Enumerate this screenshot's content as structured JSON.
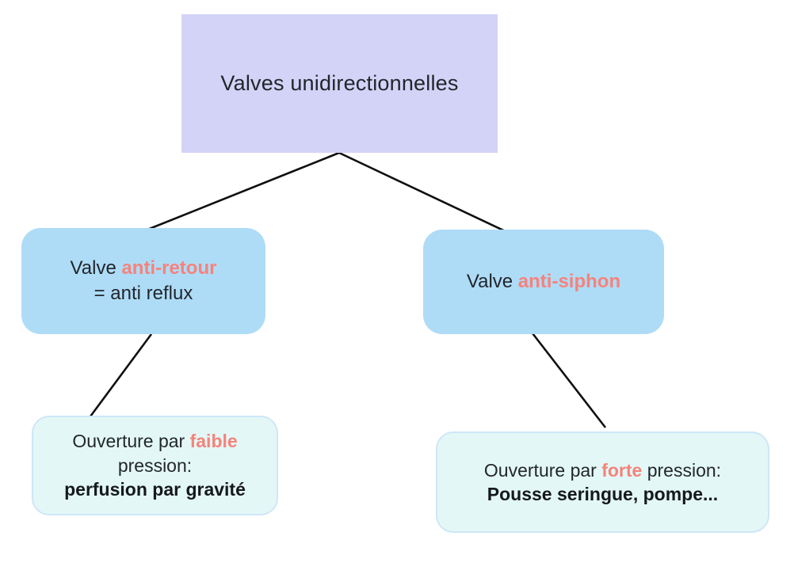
{
  "diagram": {
    "title_node": {
      "text": "Valves unidirectionnelles",
      "fill": "#d3d3f7"
    },
    "branches": [
      {
        "id": "anti-retour",
        "fill": "#aedcf7",
        "line1_prefix": "Valve ",
        "line1_highlight": "anti-retour",
        "line2": "= anti reflux",
        "leaf": {
          "fill": "#e3f8f6",
          "border": "#cfe6f7",
          "line1_prefix": "Ouverture par ",
          "line1_highlight": "faible",
          "line2": "pression:",
          "line3_bold": "perfusion par gravité"
        }
      },
      {
        "id": "anti-siphon",
        "fill": "#aedcf7",
        "line1_prefix": "Valve ",
        "line1_highlight": "anti-siphon",
        "line2": "",
        "leaf": {
          "fill": "#e3f8f6",
          "border": "#cfe6f7",
          "line1_prefix": "Ouverture par ",
          "line1_highlight": "forte",
          "line1_suffix": " pression:",
          "line2_bold": "Pousse seringue, pompe..."
        }
      }
    ],
    "colors": {
      "highlight": "#f5837c",
      "text": "#22262b",
      "connector": "#101010",
      "background": "#ffffff"
    }
  }
}
